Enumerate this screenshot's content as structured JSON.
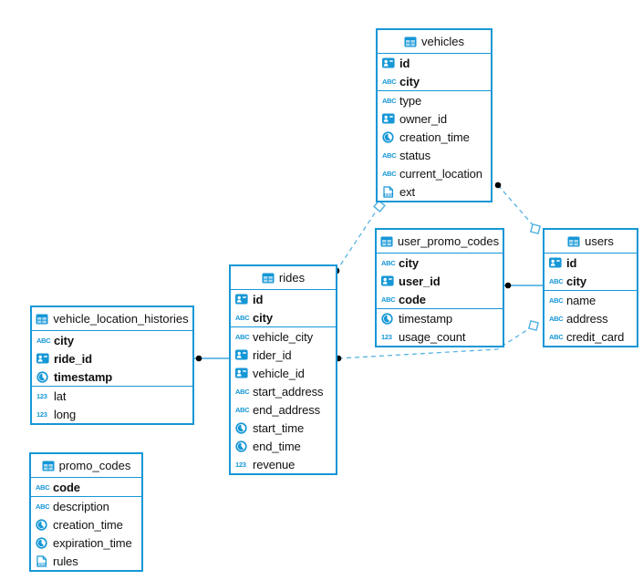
{
  "diagram": {
    "colors": {
      "table_border": "#1697d6",
      "icon_blue": "#1697d6",
      "icon_cell_light": "#a9d9f2",
      "solid_line": "#1697d6",
      "dashed_line": "#56b3e4",
      "endpoint_dot": "#000000",
      "text": "#111111"
    },
    "icons": {
      "text_glyph": "ABC",
      "number_glyph": "123",
      "json_glyph": "JSON"
    },
    "tables": [
      {
        "name": "vehicles",
        "primary_fields": [
          {
            "type": "ref",
            "name": "id"
          },
          {
            "type": "text",
            "name": "city"
          }
        ],
        "fields": [
          {
            "type": "text",
            "name": "type"
          },
          {
            "type": "ref",
            "name": "owner_id"
          },
          {
            "type": "time",
            "name": "creation_time"
          },
          {
            "type": "text",
            "name": "status"
          },
          {
            "type": "text",
            "name": "current_location"
          },
          {
            "type": "json",
            "name": "ext"
          }
        ]
      },
      {
        "name": "user_promo_codes",
        "primary_fields": [
          {
            "type": "text",
            "name": "city"
          },
          {
            "type": "ref",
            "name": "user_id"
          },
          {
            "type": "text",
            "name": "code"
          }
        ],
        "fields": [
          {
            "type": "time",
            "name": "timestamp"
          },
          {
            "type": "number",
            "name": "usage_count"
          }
        ]
      },
      {
        "name": "users",
        "primary_fields": [
          {
            "type": "ref",
            "name": "id"
          },
          {
            "type": "text",
            "name": "city"
          }
        ],
        "fields": [
          {
            "type": "text",
            "name": "name"
          },
          {
            "type": "text",
            "name": "address"
          },
          {
            "type": "text",
            "name": "credit_card"
          }
        ]
      },
      {
        "name": "rides",
        "primary_fields": [
          {
            "type": "ref",
            "name": "id"
          },
          {
            "type": "text",
            "name": "city"
          }
        ],
        "fields": [
          {
            "type": "text",
            "name": "vehicle_city"
          },
          {
            "type": "ref",
            "name": "rider_id"
          },
          {
            "type": "ref",
            "name": "vehicle_id"
          },
          {
            "type": "text",
            "name": "start_address"
          },
          {
            "type": "text",
            "name": "end_address"
          },
          {
            "type": "time",
            "name": "start_time"
          },
          {
            "type": "time",
            "name": "end_time"
          },
          {
            "type": "number",
            "name": "revenue"
          }
        ]
      },
      {
        "name": "vehicle_location_histories",
        "primary_fields": [
          {
            "type": "text",
            "name": "city"
          },
          {
            "type": "ref",
            "name": "ride_id"
          },
          {
            "type": "time",
            "name": "timestamp"
          }
        ],
        "fields": [
          {
            "type": "number",
            "name": "lat"
          },
          {
            "type": "number",
            "name": "long"
          }
        ]
      },
      {
        "name": "promo_codes",
        "primary_fields": [
          {
            "type": "text",
            "name": "code"
          }
        ],
        "fields": [
          {
            "type": "text",
            "name": "description"
          },
          {
            "type": "time",
            "name": "creation_time"
          },
          {
            "type": "time",
            "name": "expiration_time"
          },
          {
            "type": "json",
            "name": "rules"
          }
        ]
      }
    ],
    "relations": [
      {
        "from": "vehicles",
        "to": "users",
        "style": "dashed"
      },
      {
        "from": "rides",
        "to": "vehicles",
        "style": "dashed"
      },
      {
        "from": "user_promo_codes",
        "to": "users",
        "style": "solid"
      },
      {
        "from": "rides",
        "to": "users",
        "style": "dashed"
      },
      {
        "from": "vehicle_location_histories",
        "to": "rides",
        "style": "solid"
      }
    ]
  }
}
